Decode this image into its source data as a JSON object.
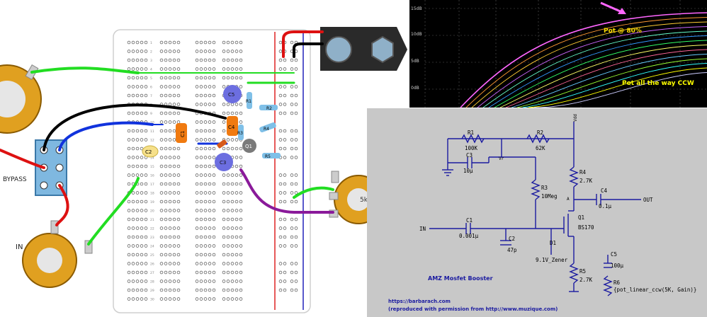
{
  "breadboard": {
    "row_numbers": [
      "1",
      "2",
      "3",
      "4",
      "5",
      "6",
      "7",
      "8",
      "9",
      "10",
      "11",
      "12",
      "13",
      "14",
      "15",
      "16",
      "17",
      "18",
      "19",
      "20",
      "21",
      "22",
      "23",
      "24",
      "25",
      "26",
      "27",
      "28",
      "29",
      "30"
    ],
    "parts": {
      "c1": "C1",
      "c2": "C2",
      "c3": "C3",
      "c4": "C4",
      "c5": "C5",
      "r1": "R1",
      "r2": "R2",
      "r3": "R3",
      "r4": "R4",
      "r5": "R5",
      "q1": "Q1"
    },
    "bypass_label": "BYPASS",
    "in_label": "IN",
    "pot_label": "5k"
  },
  "graph": {
    "y_ticks": [
      "15dB",
      "10dB",
      "5dB",
      "0dB"
    ],
    "annotation_top": "Pot @ 80%",
    "annotation_bottom": "Pot all the way CCW",
    "colors": {
      "bg": "#000000",
      "grid": "#5a5a5a",
      "line1": "#ff66ff",
      "line2": "#ffff00"
    }
  },
  "schematic": {
    "title": "AMZ Mosfet Booster",
    "credit_url": "https://barbarach.com",
    "credit_text": "(reproduced with permission from http://www.muzique.com)",
    "vdd": "Vdd",
    "vr": "Vr",
    "in": "IN",
    "out": "OUT",
    "components": {
      "r1_name": "R1",
      "r1_val": "100K",
      "r2_name": "R2",
      "r2_val": "62K",
      "r3_name": "R3",
      "r3_val": "10Meg",
      "r4_name": "R4",
      "r4_val": "2.7K",
      "r5_name": "R5",
      "r5_val": "2.7K",
      "r6_name": "R6",
      "r6_val": "{pot_linear_ccw(5K, Gain)}",
      "c1_name": "C1",
      "c1_val": "0.001µ",
      "c2_name": "C2",
      "c2_val": "47p",
      "c3_name": "C3",
      "c3_val": "10µ",
      "c4_name": "C4",
      "c4_val": "0.1µ",
      "c5_name": "C5",
      "c5_val": "100µ",
      "d1_name": "D1",
      "d1_val": "9.1V_Zener",
      "q1_name": "Q1",
      "q1_val": "BS170",
      "a_node": "A"
    },
    "colors": {
      "bg": "#c8c8c8",
      "wire": "#1a1aa0",
      "text": "#000000",
      "title": "#1a1aa0"
    }
  }
}
